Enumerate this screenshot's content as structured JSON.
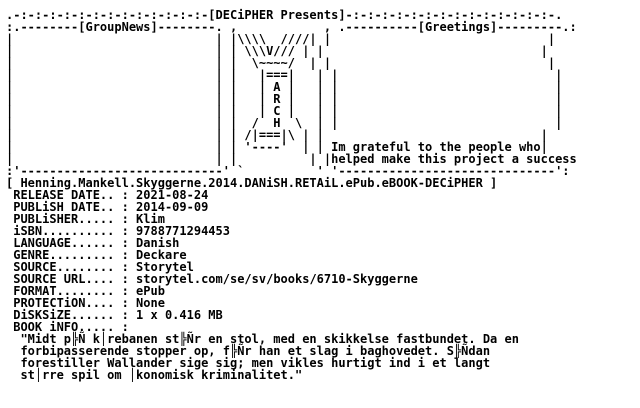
{
  "title_line": ".-:-:-:-:-:-:-:-:-:-:-:-:-:-[DECiPHER Presents]-:-:-:-:-:-:-:-:-:-:-:-:-:-:-.",
  "art_lines": [
    ":.--------[GroupNews]--------. ,            , .----------[Greetings]---------.:",
    "|                            | |\\\\\\\\  ////| |                              |",
    "|                            | | \\\\\\V/// | |                              |",
    "|                            | |  \\~~~~/  | |                              |",
    "|                            | |   |===|   | |                              |",
    "|                            | |   | A |   | |                              |",
    "|                            | |   | R |   | |                              |",
    "|                            | |   | C |   | |                              |",
    "|                            | |  /  H  \\  | |                              |",
    "|                            | | /|===|\\ | |                              |",
    "|                            | | '----'  | | Im grateful to the people who|",
    "|                            | |          | |helped make this project a success",
    ":'----------------------------' `          ' '------------------------------':"
  ],
  "release_name_line": "[ Henning.Mankell.Skyggerne.2014.DANiSH.RETAiL.ePub.eBOOK-DECiPHER ]",
  "info": [
    {
      "label": " RELEASE DATE.. : ",
      "value": "2021-08-24"
    },
    {
      "label": " PUBLiSH DATE.. : ",
      "value": "2014-09-09"
    },
    {
      "label": " PUBLiSHER..... : ",
      "value": "Klim"
    },
    {
      "label": " iSBN.......... : ",
      "value": "9788771294453"
    },
    {
      "label": " LANGUAGE...... : ",
      "value": "Danish"
    },
    {
      "label": " GENRE......... : ",
      "value": "Deckare"
    },
    {
      "label": " SOURCE........ : ",
      "value": "Storytel"
    },
    {
      "label": " SOURCE URL.... : ",
      "value": "storytel.com/se/sv/books/6710-Skyggerne"
    },
    {
      "label": " FORMAT........ : ",
      "value": "ePub"
    },
    {
      "label": " PROTECTiON.... : ",
      "value": "None"
    },
    {
      "label": " DiSKSiZE...... : ",
      "value": "1 x 0.416 MB"
    },
    {
      "label": " BOOK iNFO..... : ",
      "value": ""
    }
  ],
  "book_info_lines": [
    "  \"Midt p╠Ñ k│rebanen st╠Ñr en stol, med en skikkelse fastbundet. Da en",
    "  forbipasserende stopper op, f╠Ñr han et slag i baghovedet. S╠Ñdan",
    "  forestiller Wallander sige sig; men vikles hurtigt ind i et langt",
    "  st│rre spil om │konomisk kriminalitet.\""
  ]
}
